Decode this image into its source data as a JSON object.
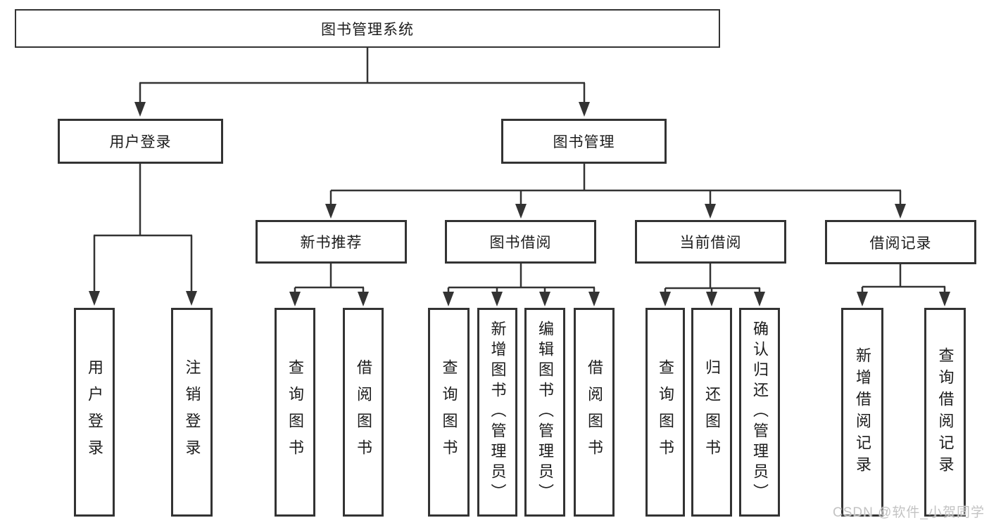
{
  "diagram": {
    "type": "tree",
    "background": "#ffffff",
    "line_color": "#333333",
    "box_border_color": "#333333",
    "text_color": "#1c1c1c"
  },
  "tree": {
    "root": {
      "label": "图书管理系统"
    },
    "branches": [
      {
        "label": "用户登录",
        "children": [
          "用户登录",
          "注销登录"
        ]
      },
      {
        "label": "图书管理",
        "children": [
          {
            "label": "新书推荐",
            "children": [
              "查询图书",
              "借阅图书"
            ]
          },
          {
            "label": "图书借阅",
            "children": [
              "查询图书",
              "新增图书（管理员）",
              "编辑图书（管理员）",
              "借阅图书"
            ]
          },
          {
            "label": "当前借阅",
            "children": [
              "查询图书",
              "归还图书",
              "确认归还（管理员）"
            ]
          },
          {
            "label": "借阅记录",
            "children": [
              "新增借阅记录",
              "查询借阅记录"
            ]
          }
        ]
      }
    ]
  },
  "watermark": {
    "text": "CSDN @软件_小贺同学",
    "color": "#c3c3c3"
  }
}
